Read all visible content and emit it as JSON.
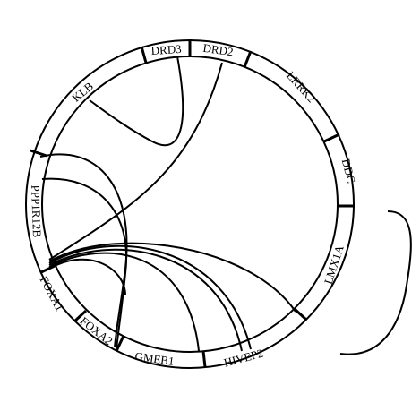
{
  "diagram": {
    "type": "chord",
    "colors": {
      "line": "#000000",
      "background": "#ffffff"
    },
    "segments": [
      {
        "id": "DRD3",
        "label": "DRD3"
      },
      {
        "id": "DRD2",
        "label": "DRD2"
      },
      {
        "id": "LRRK2",
        "label": "LRRK2"
      },
      {
        "id": "DDC",
        "label": "DDC"
      },
      {
        "id": "LMX1A",
        "label": "LMX1A"
      },
      {
        "id": "HIVEP2",
        "label": "HIVEP2"
      },
      {
        "id": "GMEB1",
        "label": "GMEB1"
      },
      {
        "id": "FOXA2",
        "label": "FOXA2"
      },
      {
        "id": "FOXA1",
        "label": "FOXA1"
      },
      {
        "id": "PPP1R12B",
        "label": "PPP1R12B"
      },
      {
        "id": "KLB",
        "label": "KLB"
      }
    ],
    "links": [
      {
        "from": "DRD3",
        "to": "KLB"
      },
      {
        "from": "DRD2",
        "to": "FOXA1"
      },
      {
        "from": "PPP1R12B",
        "to": "GMEB1"
      },
      {
        "from": "PPP1R12B",
        "to": "GMEB1"
      },
      {
        "from": "FOXA1",
        "to": "LMX1A"
      },
      {
        "from": "FOXA1",
        "to": "HIVEP2"
      },
      {
        "from": "FOXA1",
        "to": "HIVEP2"
      },
      {
        "from": "FOXA1",
        "to": "HIVEP2"
      },
      {
        "from": "FOXA1",
        "to": "GMEB1"
      }
    ]
  }
}
